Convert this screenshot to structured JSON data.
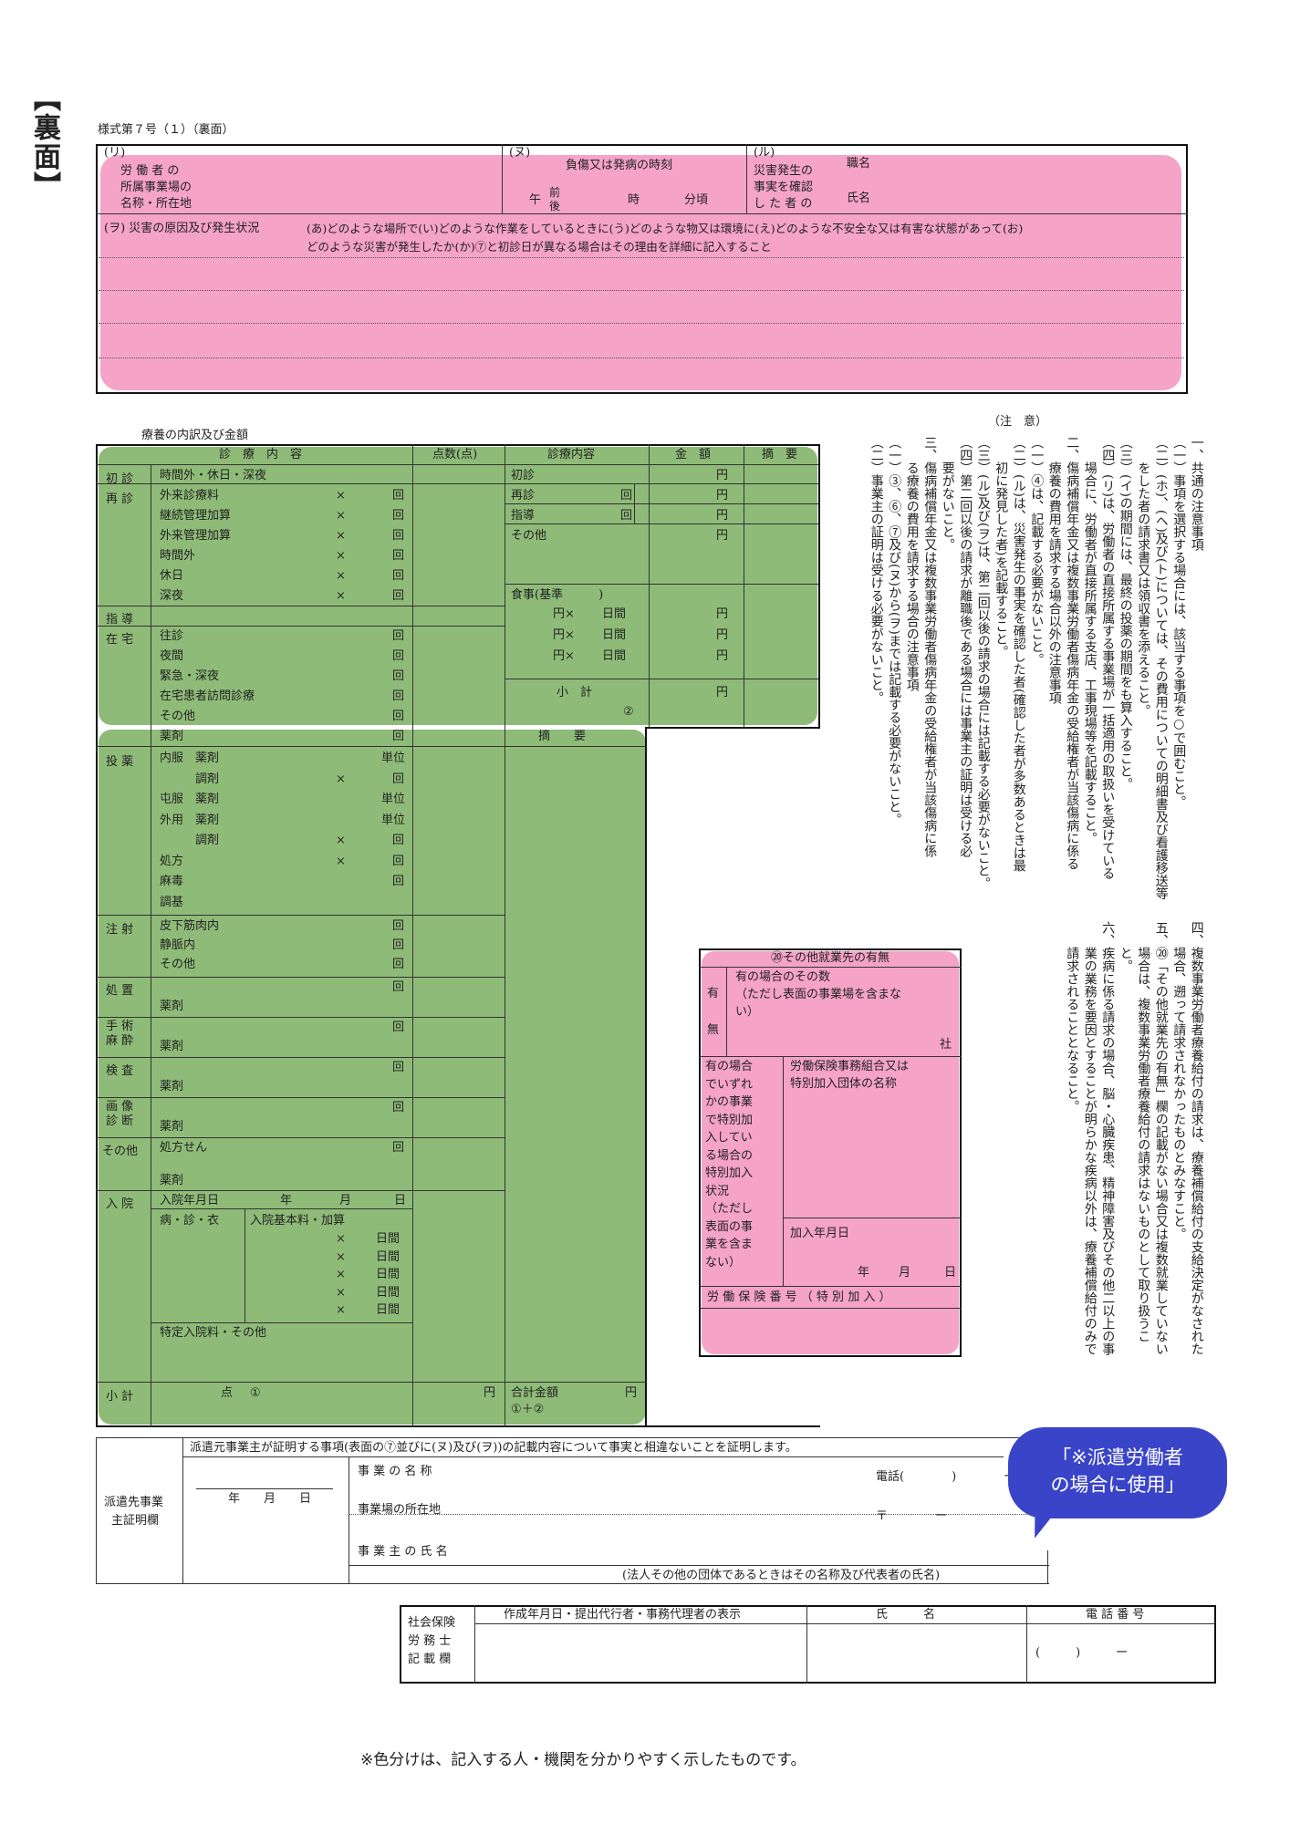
{
  "side_label": "【裏面】",
  "form_title": "様式第７号（１）（裏面）",
  "top": {
    "ri_mark": "(リ)",
    "ri_label": [
      "労 働 者 の",
      "所属事業場の",
      "名称・所在地"
    ],
    "nu_mark": "(ヌ)",
    "nu_label": "負傷又は発病の時刻",
    "gozen": "前",
    "gogo": "後",
    "go": "午",
    "ji": "時",
    "fun": "分頃",
    "ru_mark": "(ル)",
    "ru_label": [
      "災害発生の",
      "事実を確認",
      "し た 者 の"
    ],
    "shokumei": "職名",
    "shimei": "氏名",
    "wo_label": "(ヲ) 災害の原因及び発生状況",
    "wo_text1": "(あ)どのような場所で(い)どのような作業をしているときに(う)どのような物又は環境に(え)どのような不安全な又は有害な状態があって(お)",
    "wo_text2": "どのような災害が発生したか(か)⑦と初診日が異なる場合はその理由を詳細に記入すること"
  },
  "ryoyo_title": "療養の内訳及び金額",
  "table": {
    "h_shinryo": "診　療　内　容",
    "h_tensu": "点数(点)",
    "h_shinryo2": "診療内容",
    "h_kingaku": "金　額",
    "h_tekiyo": "摘　要",
    "shoshin": "初 診",
    "shoshin_item": "時間外・休日・深夜",
    "saishin": "再 診",
    "saishin_items": [
      "外来診療料",
      "継続管理加算",
      "外来管理加算",
      "時間外",
      "休日",
      "深夜"
    ],
    "shido": "指 導",
    "zaitaku": "在 宅",
    "zaitaku_items": [
      "往診",
      "夜間",
      "緊急・深夜",
      "在宅患者訪問診療",
      "その他",
      "薬剤"
    ],
    "toyaku": "投 薬",
    "toyaku_items": [
      "内服　薬剤",
      "　　　調剤",
      "屯服　薬剤",
      "外用　薬剤",
      "　　　調剤",
      "処方",
      "麻毒",
      "調基"
    ],
    "chusha": "注 射",
    "chusha_items": [
      "皮下筋肉内",
      "静脈内",
      "その他"
    ],
    "shochi": "処 置",
    "shujutsu": "手 術\n麻 酔",
    "kensa": "検 査",
    "gazo": "画 像\n診 断",
    "sonota": "その他",
    "sonota_item": "処方せん",
    "yakuzai": "薬剤",
    "nyuin": "入 院",
    "nyuin_date": "入院年月日",
    "nen": "年",
    "tsuki": "月",
    "hi": "日",
    "byo_shin_i": "病・診・衣",
    "nyuin_kihon": "入院基本料・加算",
    "nichikan": "日間",
    "tokutei": "特定入院料・その他",
    "shokei": "小 計",
    "ten": "点",
    "maru1": "①",
    "en": "円",
    "batsu": "×",
    "kai": "回",
    "tani": "単位",
    "r_shoshin": "初診",
    "r_saishin": "再診",
    "r_shido": "指導",
    "r_sonota": "その他",
    "r_shokuji": "食事(基準　　　)",
    "r_en_batsu": "円×",
    "r_nichikan": "日間",
    "r_shokei": "小　計",
    "maru2": "②",
    "tekiyo2": "摘　　要",
    "gokei": "合計金額",
    "gokei2": "①＋②"
  },
  "notes": {
    "title": "（注　意）",
    "cols": [
      "一、共通の注意事項",
      "（一）事項を選択する場合には、該当する事項を○で囲むこと。",
      "（二）(ホ)、(ヘ)及び(ト)については、その費用についての明細書及び看護移送等",
      "　　をした者の請求書又は領収書を添えること。",
      "（三）(イ)の期間には、最終の投薬の期間をも算入すること。",
      "（四）(リ)は、労働者の直接所属する事業場が一括適用の取扱いを受けている",
      "　　場合に、労働者が直接所属する支店、工事現場等を記載すること。",
      "二、傷病補償年金又は複数事業労働者傷病年金の受給権者が当該傷病に係る",
      "　　療養の費用を請求する場合以外の注意事項",
      "（一）④は、記載する必要がないこと。",
      "（二）(ル)は、災害発生の事実を確認した者(確認した者が多数あるときは最",
      "　　初に発見した者)を記載すること。",
      "（三）(ル)及び(ヲ)は、第二回以後の請求の場合には記載する必要がないこと。",
      "（四）第二回以後の請求が離職後である場合には事業主の証明は受ける必",
      "　　要がないこと。",
      "三、傷病補償年金又は複数事業労働者傷病年金の受給権者が当該傷病に係",
      "　　る療養の費用を請求する場合の注意事項",
      "（一）③、⑥、⑦及び(ヌ)から(ヲ)までは記載する必要がないこと。",
      "（二）事業主の証明は受ける必要がないこと。"
    ],
    "cols2": [
      "四、複数事業労働者療養給付の請求は、療養補償給付の支給決定がなされた",
      "　　場合、遡って請求されなかったものとみなすこと。",
      "五、⑳「その他就業先の有無」欄の記載がない場合又は複数就業していない",
      "　　場合は、複数事業労働者療養給付の請求はないものとして取り扱うこ",
      "　　と。",
      "六、疾病に係る請求の場合、脳・心臓疾患、精神障害及びその他二以上の事",
      "　　業の業務を要因とすることが明らかな疾病以外は、療養補償給付のみで",
      "　　請求されることとなること。"
    ]
  },
  "other_job": {
    "title": "⑳その他就業先の有無",
    "u": "有",
    "mu": "無",
    "count_label": "有の場合のその数",
    "count_note": "（ただし表面の事業場を含まな",
    "count_note2": "い）",
    "sha": "社",
    "left_block": [
      "有の場合",
      "でいずれ",
      "かの事業",
      "で特別加",
      "入してい",
      "る場合の",
      "特別加入",
      "状況",
      "（ただし",
      "表面の事",
      "業を含ま",
      "ない）"
    ],
    "kumiai": "労働保険事務組合又は",
    "kumiai2": "特別加入団体の名称",
    "kanyu": "加入年月日",
    "nen": "年",
    "tsuki": "月",
    "hi": "日",
    "hoken_bango": "労 働 保 険 番 号 （ 特 別 加 入 ）"
  },
  "haken": {
    "statement": "派遣元事業主が証明する事項(表面の⑦並びに(ヌ)及び(ヲ))の記載内容について事実と相違ないことを証明します。",
    "left_label1": "派遣先事業",
    "left_label2": "主証明欄",
    "date": "年　　月　　日",
    "jigyo_name": "事 業 の 名 称",
    "denwa": "電話(　　　　)　　　　ー",
    "shozaichi": "事業場の所在地",
    "yubin": "〒　　　　ー",
    "jigyonushi": "事 業 主 の 氏 名",
    "houjin": "(法人その他の団体であるときはその名称及び代表者の氏名)"
  },
  "bubble": {
    "line1": "「※派遣労働者",
    "line2": "の場合に使用」"
  },
  "sharoshi": {
    "left1": "社会保険",
    "left2": "労 務 士",
    "left3": "記 載 欄",
    "col1": "作成年月日・提出代行者・事務代理者の表示",
    "col2": "氏　　　名",
    "col3": "電 話 番 号",
    "tel": "(　　　)　　　ー"
  },
  "footer_note": "※色分けは、記入する人・機関を分かりやすく示したものです。"
}
